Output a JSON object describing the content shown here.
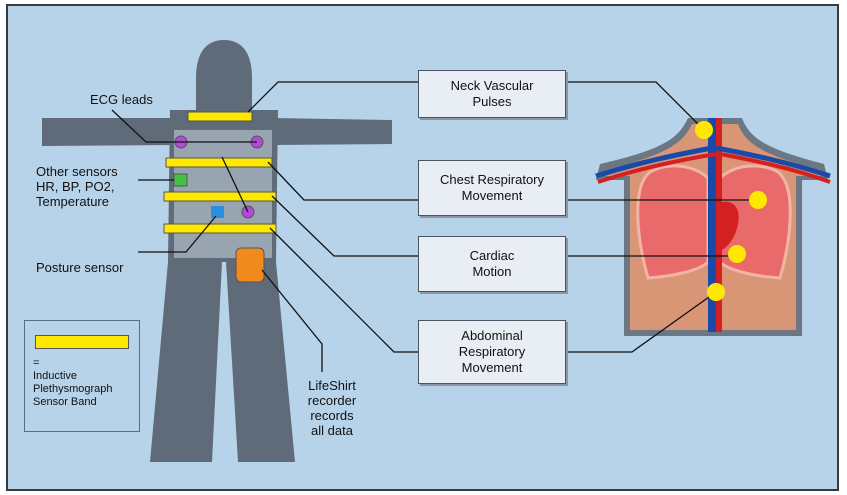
{
  "labels": {
    "ecg_leads": "ECG leads",
    "other_sensors": "Other sensors\nHR, BP, PO2,\nTemperature",
    "posture_sensor": "Posture sensor",
    "lifeshirt": "LifeShirt\nrecorder\nrecords\nall data"
  },
  "boxes": {
    "neck": "Neck Vascular\nPulses",
    "chest": "Chest Respiratory\nMovement",
    "cardiac": "Cardiac\nMotion",
    "abdominal": "Abdominal\nRespiratory\nMovement"
  },
  "legend": {
    "equals": "=",
    "text": "Inductive\nPlethysmograph\nSensor Band"
  },
  "colors": {
    "background": "#b7d3ea",
    "figure": "#5f6b78",
    "sensor_band": "#ffe800",
    "ecg_lead": "#b24ad9",
    "other_sensor": "#44c244",
    "posture_sensor": "#2a8fe0",
    "recorder": "#f08a1c",
    "artery": "#d42020",
    "vein": "#1a4aa8",
    "lung": "#e86a6a",
    "torso": "#d89676",
    "marker": "#ffe800"
  }
}
